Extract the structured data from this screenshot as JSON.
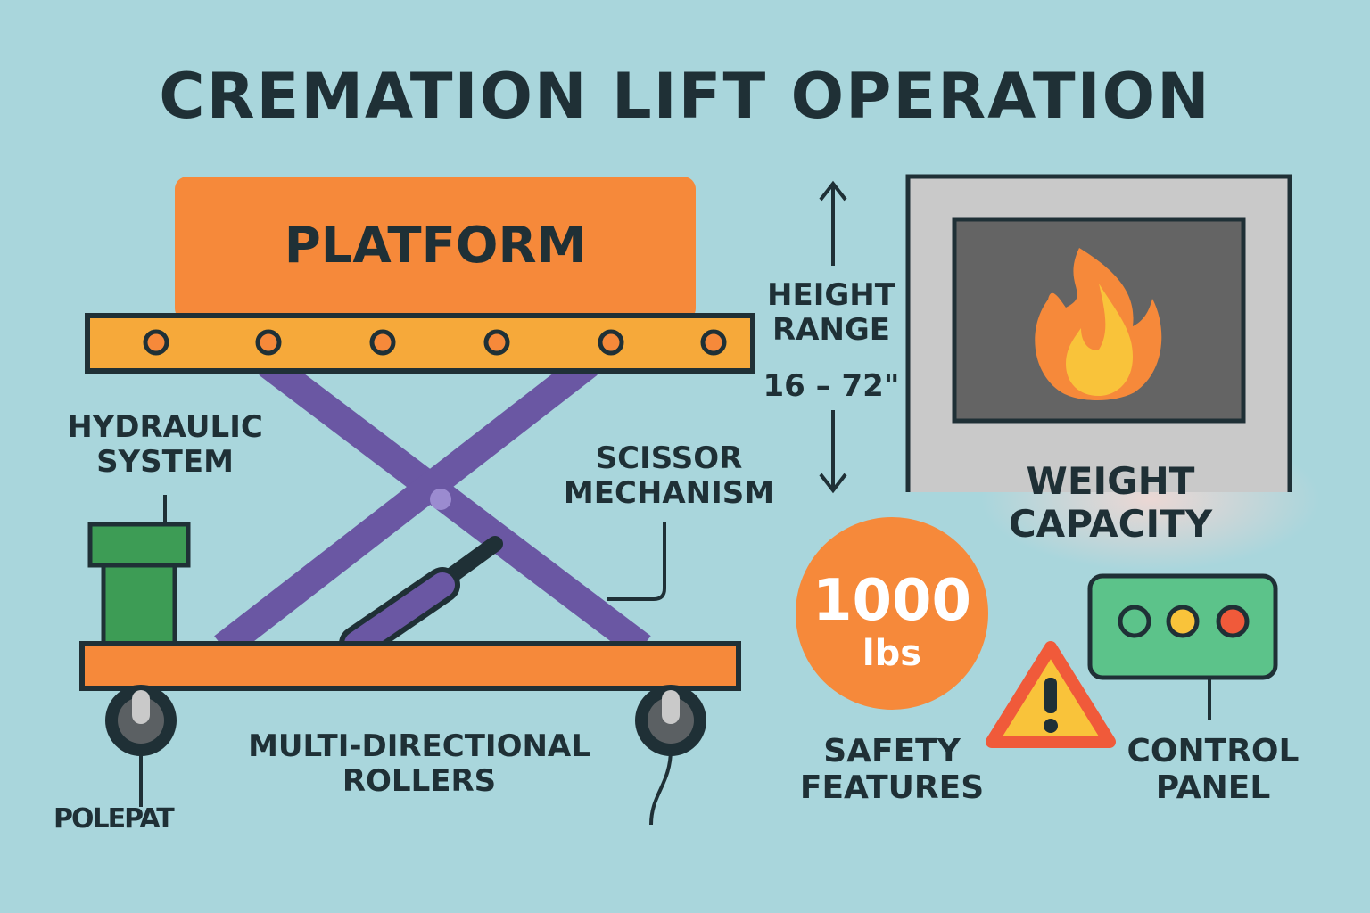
{
  "title": "CREMATION LIFT OPERATION",
  "platform": {
    "label": "PLATFORM"
  },
  "hydraulic": {
    "label": "HYDRAULIC\nSYSTEM"
  },
  "scissor": {
    "label": "SCISSOR\nMECHANISM"
  },
  "rollers": {
    "label": "MULTI-DIRECTIONAL\nROLLERS"
  },
  "stamp": {
    "text": "POLEPAT"
  },
  "height": {
    "label": "HEIGHT\nRANGE",
    "value": "16 – 72\""
  },
  "weight": {
    "label": "WEIGHT\nCAPACITY",
    "value": "1000",
    "unit": "lbs"
  },
  "safety": {
    "label": "SAFETY\nFEATURES"
  },
  "control_panel": {
    "label": "CONTROL\nPANEL"
  },
  "colors": {
    "background": "#a9d6dc",
    "platform": "#f6893a",
    "rail": "#f6a93a",
    "scissor": "#6a57a3",
    "hydraulic": "#3d9c55",
    "flame_outer": "#f6893a",
    "flame_inner": "#f9c33a",
    "warning": "#f9c33a",
    "panel": "#5cc38a",
    "text": "#1f3036"
  },
  "icons": [
    "flame-icon",
    "warning-icon",
    "arrow-up-icon",
    "arrow-down-icon",
    "wheel-icon"
  ]
}
